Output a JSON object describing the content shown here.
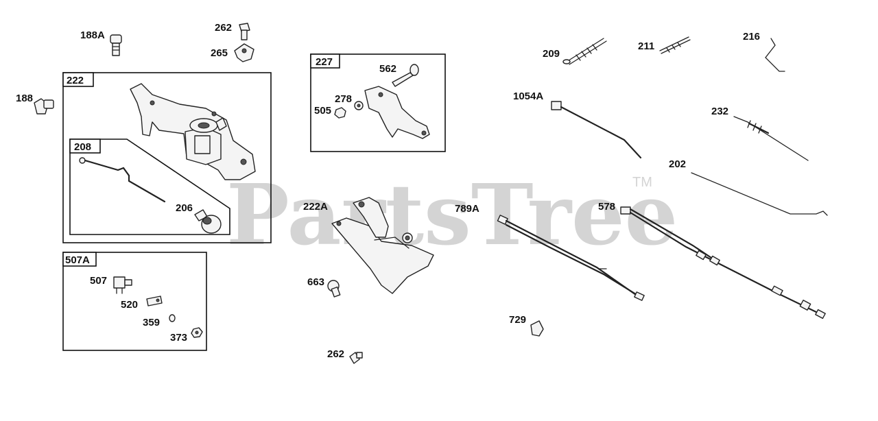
{
  "watermark": {
    "text": "PartsTree",
    "tm": "TM"
  },
  "groups": {
    "g222": "222",
    "g208": "208",
    "g507A": "507A",
    "g227": "227"
  },
  "callouts": {
    "c188A": "188A",
    "c262a": "262",
    "c265": "265",
    "c188": "188",
    "c206": "206",
    "c507": "507",
    "c520": "520",
    "c359": "359",
    "c373": "373",
    "c562": "562",
    "c278": "278",
    "c505": "505",
    "c222A": "222A",
    "c663": "663",
    "c262b": "262",
    "c789A": "789A",
    "c729": "729",
    "c209": "209",
    "c211": "211",
    "c216": "216",
    "c1054A": "1054A",
    "c232": "232",
    "c202": "202",
    "c578": "578"
  }
}
